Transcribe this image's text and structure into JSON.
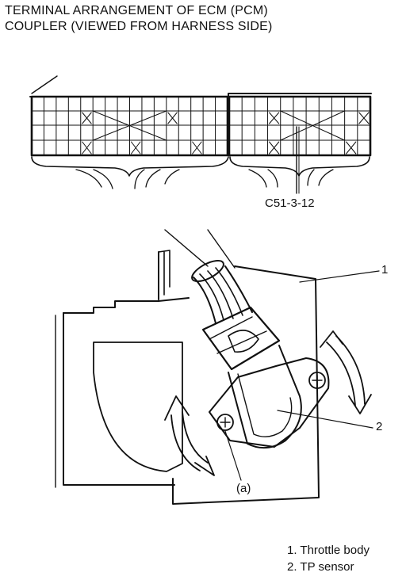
{
  "title": {
    "line1": "TERMINAL ARRANGEMENT OF ECM (PCM)",
    "line2": "COUPLER (VIEWED FROM HARNESS SIDE)"
  },
  "coupler": {
    "terminal_label": "C51-3-12"
  },
  "callouts": {
    "c1": "1",
    "c2": "2",
    "ca": "(a)"
  },
  "legend": {
    "item1": "1.  Throttle body",
    "item2": "2.  TP sensor"
  }
}
